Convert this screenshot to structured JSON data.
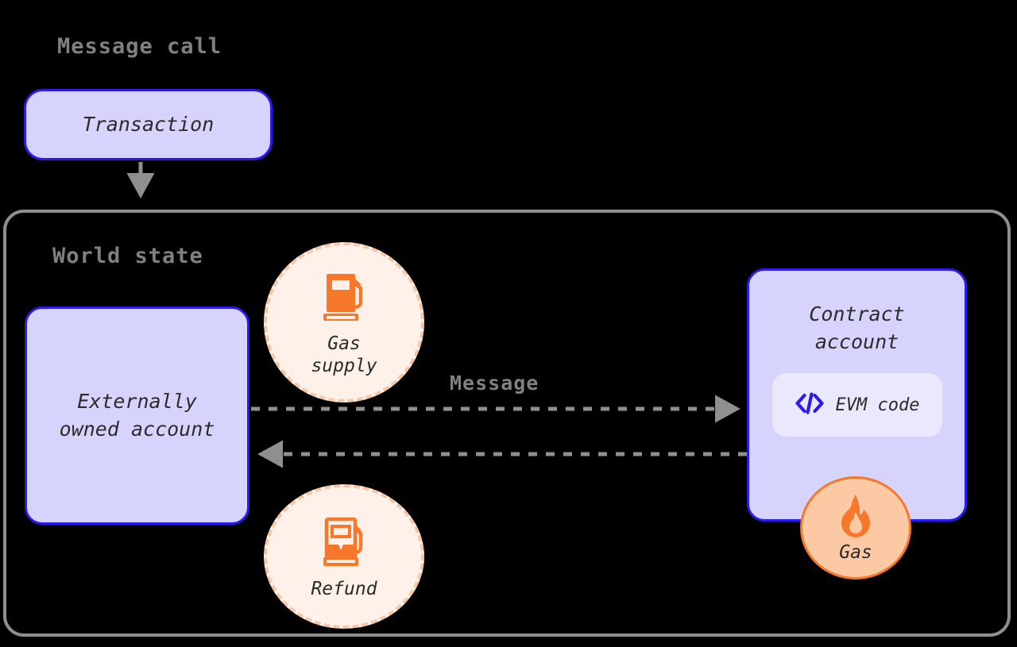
{
  "diagram": {
    "title": "Message call",
    "background_color": "#000000"
  },
  "sections": {
    "message_call": {
      "title": "Message call"
    },
    "world_state": {
      "title": "World state",
      "border_color": "#8F8F8F"
    }
  },
  "nodes": {
    "transaction": {
      "label": "Transaction",
      "fill": "#D6D4FD",
      "stroke": "#2A1BE8"
    },
    "eoa": {
      "label": "Externally\nowned account",
      "fill": "#D6D4FD",
      "stroke": "#2A1BE8"
    },
    "contract": {
      "label": "Contract\naccount",
      "fill": "#D6D4FD",
      "stroke": "#2A1BE8",
      "inner": {
        "label": "EVM code",
        "icon": "code-icon",
        "icon_color": "#2A1BE8",
        "fill": "#E9E8FC"
      }
    },
    "gas_supply": {
      "label": "Gas\nsupply",
      "icon": "gas-pump-full-icon",
      "icon_color": "#F7782B",
      "fill": "#FDF1EA",
      "stroke": "#F7C6A4"
    },
    "refund": {
      "label": "Refund",
      "icon": "gas-pump-low-icon",
      "icon_color": "#F7782B",
      "fill": "#FDF1EA",
      "stroke": "#F7C6A4"
    },
    "gas_flame": {
      "label": "Gas",
      "icon": "flame-icon",
      "icon_color": "#F7782B",
      "fill": "#FBC9A3",
      "stroke": "#F7782B"
    }
  },
  "edges": {
    "transaction_to_world": {
      "label": "",
      "style": "solid",
      "color": "#8F8F8F",
      "direction": "down"
    },
    "message_out": {
      "label": "Message",
      "style": "dashed",
      "color": "#8F8F8F",
      "direction": "right"
    },
    "message_return": {
      "label": "",
      "style": "dashed",
      "color": "#8F8F8F",
      "direction": "left"
    }
  }
}
